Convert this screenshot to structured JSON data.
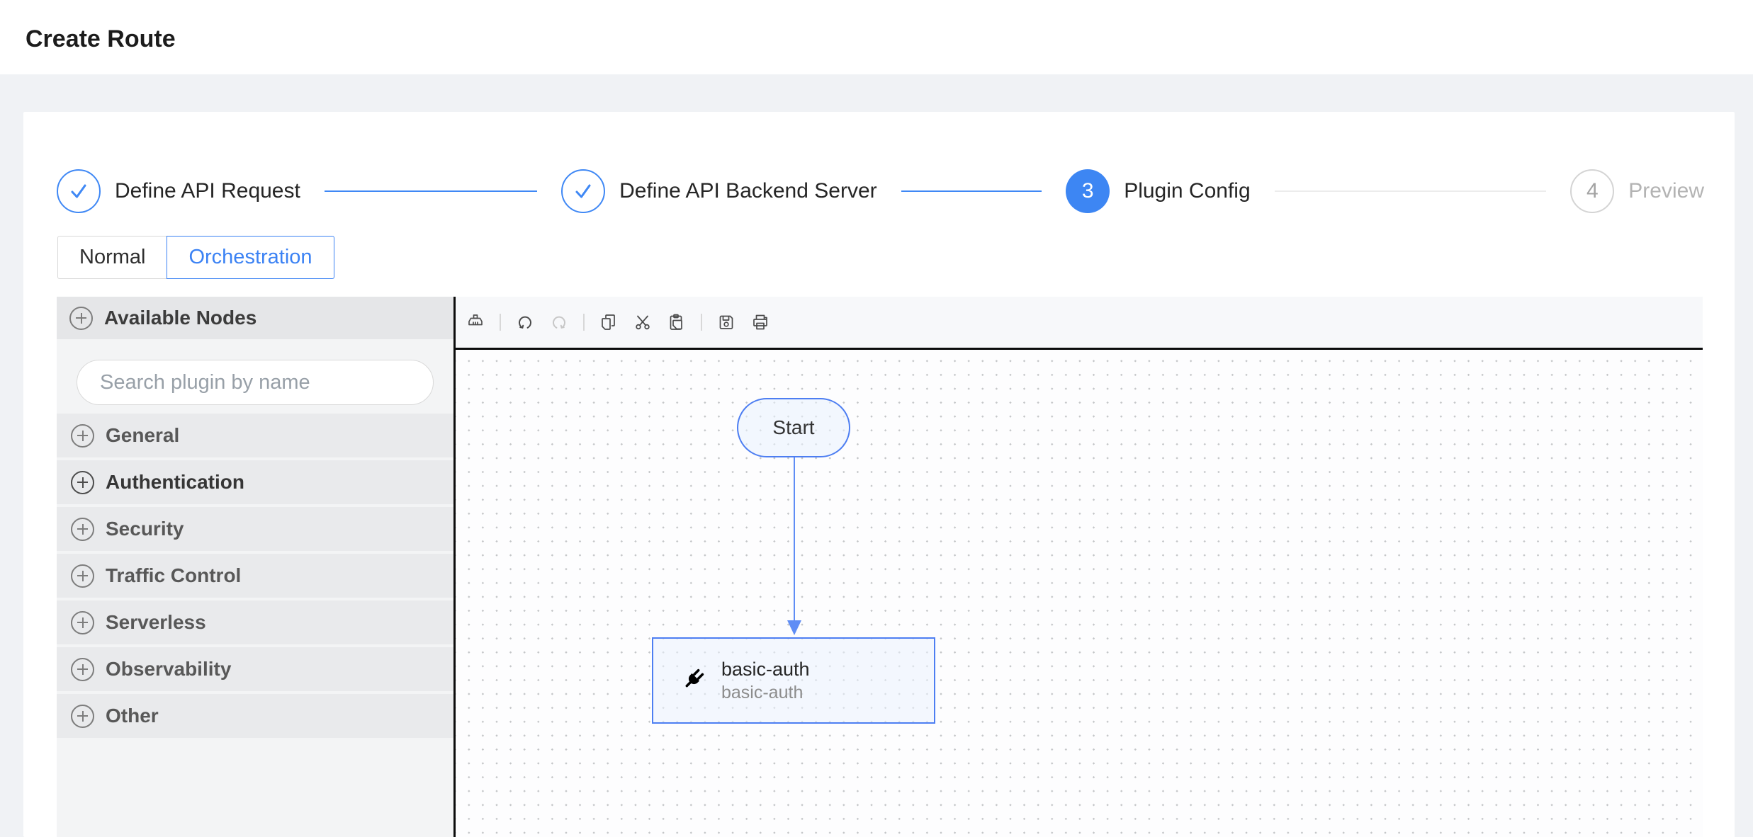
{
  "page": {
    "title": "Create Route"
  },
  "steps": [
    {
      "label": "Define API Request",
      "status": "done"
    },
    {
      "label": "Define API Backend Server",
      "status": "done"
    },
    {
      "label": "Plugin Config",
      "number": "3",
      "status": "active"
    },
    {
      "label": "Preview",
      "number": "4",
      "status": "pending"
    }
  ],
  "tabs": [
    {
      "label": "Normal",
      "active": false
    },
    {
      "label": "Orchestration",
      "active": true
    }
  ],
  "sidebar": {
    "header": "Available Nodes",
    "search_placeholder": "Search plugin by name",
    "categories": [
      {
        "label": "General"
      },
      {
        "label": "Authentication",
        "emphasis": true
      },
      {
        "label": "Security"
      },
      {
        "label": "Traffic Control"
      },
      {
        "label": "Serverless"
      },
      {
        "label": "Observability"
      },
      {
        "label": "Other"
      }
    ]
  },
  "toolbar": {
    "icons": [
      "clear-canvas",
      "undo",
      "redo",
      "copy",
      "cut",
      "paste",
      "save",
      "print"
    ],
    "disabled_icons": [
      "redo"
    ]
  },
  "canvas": {
    "nodes": [
      {
        "id": "start",
        "type": "start",
        "label": "Start"
      },
      {
        "id": "plugin-1",
        "type": "plugin",
        "title": "basic-auth",
        "subtitle": "basic-auth"
      }
    ],
    "edges": [
      {
        "from": "start",
        "to": "plugin-1"
      }
    ]
  },
  "colors": {
    "primary_blue": "#3d86f3",
    "edge_blue": "#5f8df5",
    "node_border_blue": "#4d7ef2",
    "canvas_border": "#0c0c0c",
    "sidebar_row_gray": "#e9eaec"
  }
}
